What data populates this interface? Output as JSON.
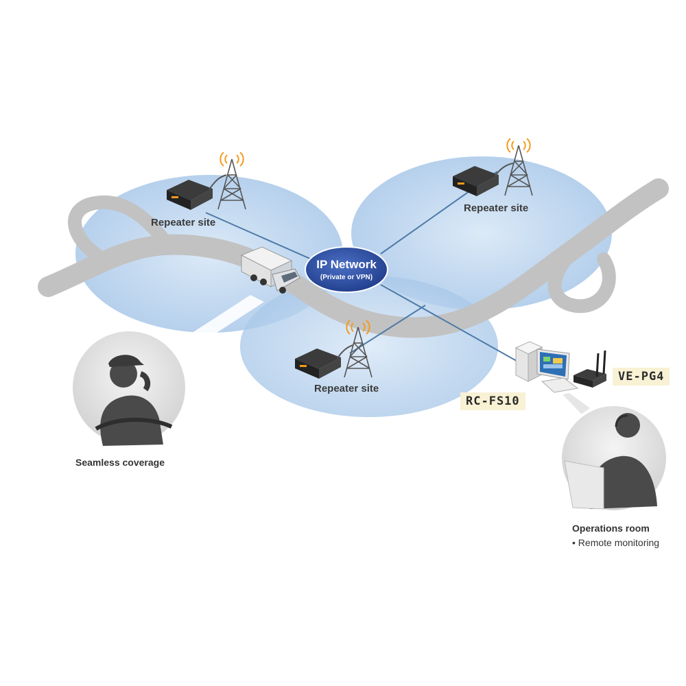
{
  "network": {
    "title": "IP Network",
    "subtitle": "(Private or VPN)"
  },
  "sites": [
    {
      "label": "Repeater site"
    },
    {
      "label": "Repeater site"
    },
    {
      "label": "Repeater site"
    }
  ],
  "products": {
    "controller": "RC-FS10",
    "gateway": "VE-PG4"
  },
  "captions": {
    "driver": "Seamless coverage",
    "operator_title": "Operations room",
    "operator_detail": "• Remote monitoring"
  },
  "colors": {
    "coverage": "#b9d4ee",
    "road": "#c4c4c4",
    "network_ellipse": "#2f4fa0",
    "link_line": "#4d7aa8",
    "antenna_waves": "#f39a1c",
    "label_highlight": "#f8f1d4"
  }
}
